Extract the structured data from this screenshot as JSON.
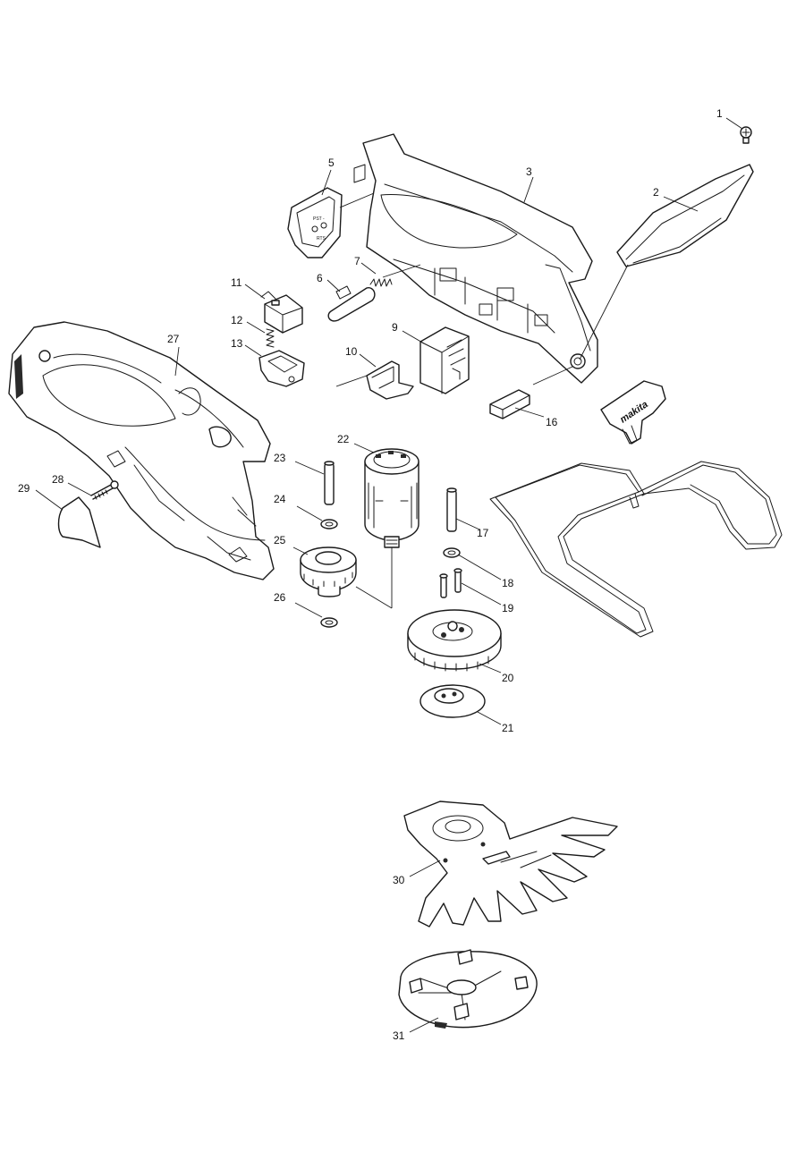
{
  "diagram": {
    "type": "exploded-parts-view",
    "callouts": [
      "1",
      "2",
      "3",
      "5",
      "6",
      "7",
      "9",
      "10",
      "11",
      "12",
      "13",
      "16",
      "17",
      "18",
      "19",
      "20",
      "21",
      "22",
      "23",
      "24",
      "25",
      "26",
      "27",
      "28",
      "29",
      "30",
      "31"
    ],
    "logo_text": "makita",
    "switch_label_top": "PST -",
    "switch_label_bottom": "RTS"
  }
}
